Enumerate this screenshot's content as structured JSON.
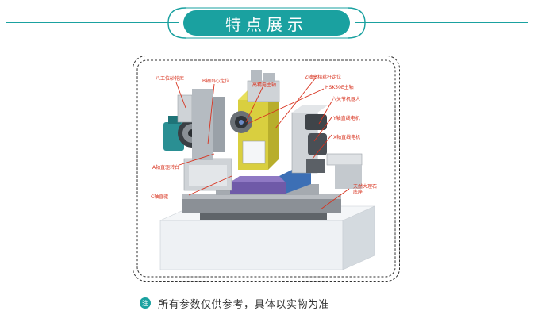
{
  "header": {
    "title": "特点展示"
  },
  "figure": {
    "callouts": {
      "c1": "八工位砂轮库",
      "c2": "B轴回心定位",
      "c3": "高精电主轴",
      "c4": "Z轴高精丝杆定位",
      "c5": "HSK50E主轴",
      "c6": "六关节机器人",
      "c7": "Y轴直线电机",
      "c8": "X轴直线电机",
      "c9": "A轴直驱转台",
      "c10": "C轴直驱",
      "c11": "天然大理石底座"
    }
  },
  "note": {
    "icon": "注",
    "text": "所有参数仅供参考，具体以实物为准"
  },
  "colors": {
    "accent": "#1aa1a0",
    "callout": "#d8321e"
  }
}
